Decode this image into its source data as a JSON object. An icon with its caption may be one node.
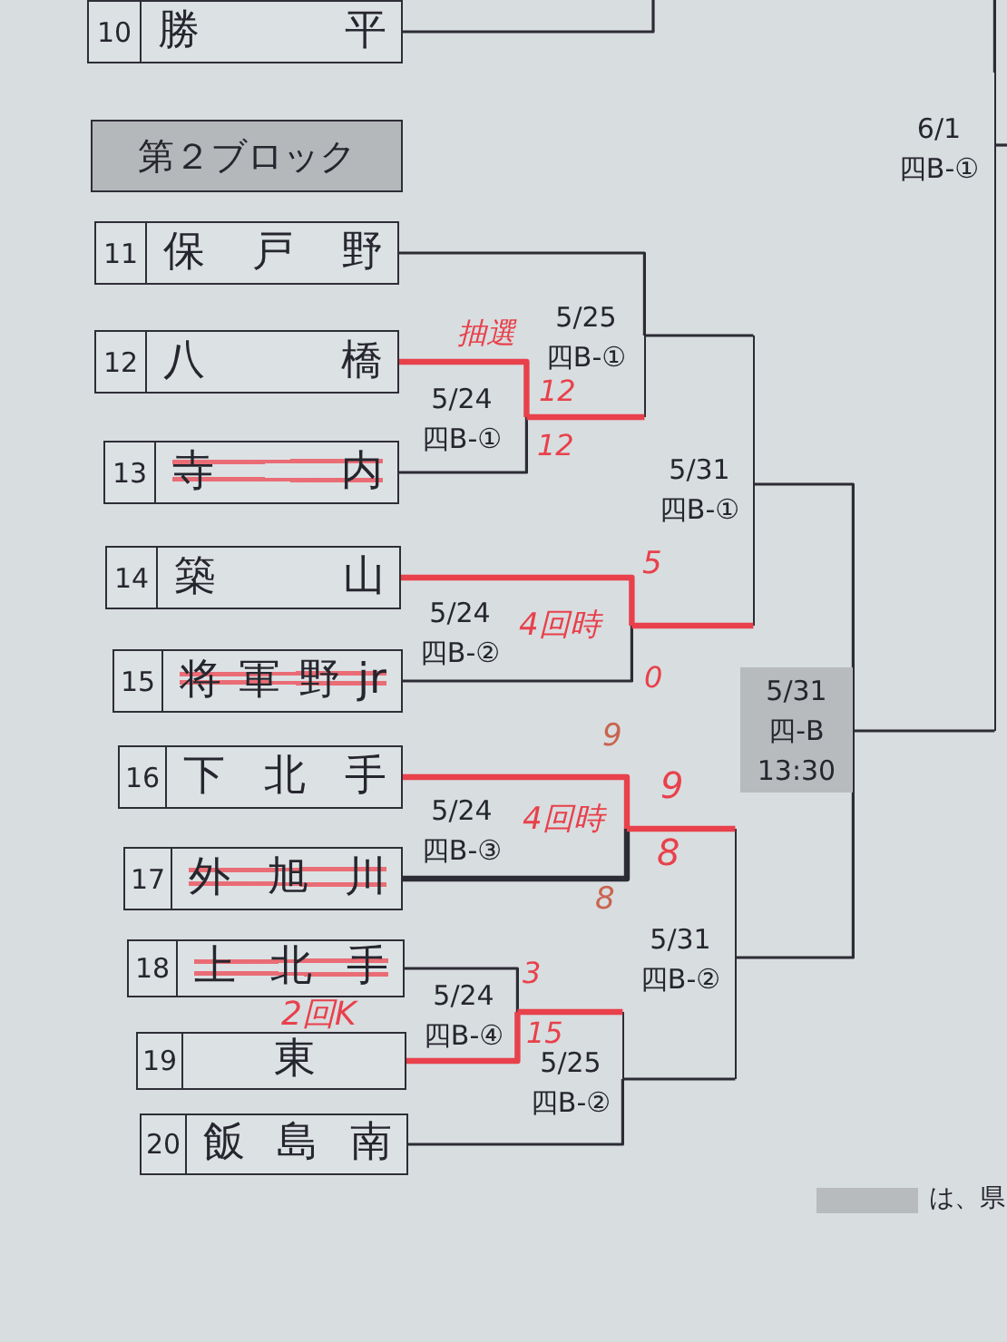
{
  "diagram": {
    "nodes": [
      {
        "text": [
          "10",
          "勝平"
        ]
      },
      {
        "text": [
          "第２ブロック"
        ]
      },
      {
        "text": [
          "6/1",
          "四B-①"
        ]
      },
      {
        "text": [
          "11",
          "保戸野"
        ]
      },
      {
        "text": [
          "5/25",
          "四B-①"
        ]
      },
      {
        "text": [
          "12",
          "八橋"
        ]
      },
      {
        "text": [
          "5/24",
          "四B-①"
        ]
      },
      {
        "text": [
          "13",
          "寺内"
        ]
      },
      {
        "text": [
          "5/31",
          "四B-①"
        ]
      },
      {
        "text": [
          "14",
          "築山"
        ]
      },
      {
        "text": [
          "5/24",
          "四B-②"
        ]
      },
      {
        "text": [
          "15",
          "将軍野jr"
        ]
      },
      {
        "text": [
          "5/31",
          "四-B",
          "13:30"
        ]
      },
      {
        "text": [
          "16",
          "下北手"
        ]
      },
      {
        "text": [
          "5/24",
          "四B-③"
        ]
      },
      {
        "text": [
          "17",
          "外旭川"
        ]
      },
      {
        "text": [
          "5/31",
          "四B-②"
        ]
      },
      {
        "text": [
          "18",
          "上北手"
        ]
      },
      {
        "text": [
          "5/24",
          "四B-④"
        ]
      },
      {
        "text": [
          "19",
          "東"
        ]
      },
      {
        "text": [
          "5/25",
          "四B-②"
        ]
      },
      {
        "text": [
          "20",
          "飯島南"
        ]
      }
    ],
    "edges": [
      {
        "from": 0,
        "to": null,
        "arrow": "none"
      },
      {
        "from": null,
        "to": 2,
        "arrow": "none"
      },
      {
        "from": 2,
        "to": null,
        "arrow": "none"
      },
      {
        "from": 3,
        "to": 4,
        "arrow": "none"
      },
      {
        "from": 5,
        "to": 6,
        "arrow": "none",
        "style": "thick",
        "color": "#e8414b"
      },
      {
        "from": 7,
        "to": 6,
        "arrow": "none"
      },
      {
        "from": 6,
        "to": 4,
        "arrow": "none",
        "style": "thick",
        "color": "#e8414b"
      },
      {
        "from": 4,
        "to": 8,
        "arrow": "none"
      },
      {
        "from": 9,
        "to": 10,
        "arrow": "none",
        "style": "thick",
        "color": "#e8414b"
      },
      {
        "from": 11,
        "to": 10,
        "arrow": "none"
      },
      {
        "from": 10,
        "to": 8,
        "arrow": "none",
        "style": "thick",
        "color": "#e8414b"
      },
      {
        "from": 8,
        "to": 12,
        "arrow": "none"
      },
      {
        "from": 12,
        "to": 2,
        "arrow": "none"
      },
      {
        "from": 13,
        "to": 14,
        "arrow": "none",
        "style": "thick",
        "color": "#e8414b"
      },
      {
        "from": 15,
        "to": 14,
        "arrow": "none",
        "style": "thick"
      },
      {
        "from": 14,
        "to": 16,
        "arrow": "none",
        "style": "thick",
        "color": "#e8414b"
      },
      {
        "from": 17,
        "to": 18,
        "arrow": "none"
      },
      {
        "from": 19,
        "to": 18,
        "arrow": "none",
        "style": "thick",
        "color": "#e8414b"
      },
      {
        "from": 18,
        "to": 20,
        "arrow": "none",
        "style": "thick",
        "color": "#e8414b"
      },
      {
        "from": 21,
        "to": 20,
        "arrow": "none"
      },
      {
        "from": 20,
        "to": 16,
        "arrow": "none"
      },
      {
        "from": 16,
        "to": 12,
        "arrow": "none"
      }
    ],
    "labels": [
      "抽選",
      "12",
      "12",
      "5",
      "4回時",
      "0",
      "9",
      "9",
      "4回時",
      "8",
      "8",
      "3",
      "2回K",
      "15"
    ],
    "legend": [
      {
        "text": "は、県",
        "color": "#b8bbbe"
      }
    ]
  }
}
